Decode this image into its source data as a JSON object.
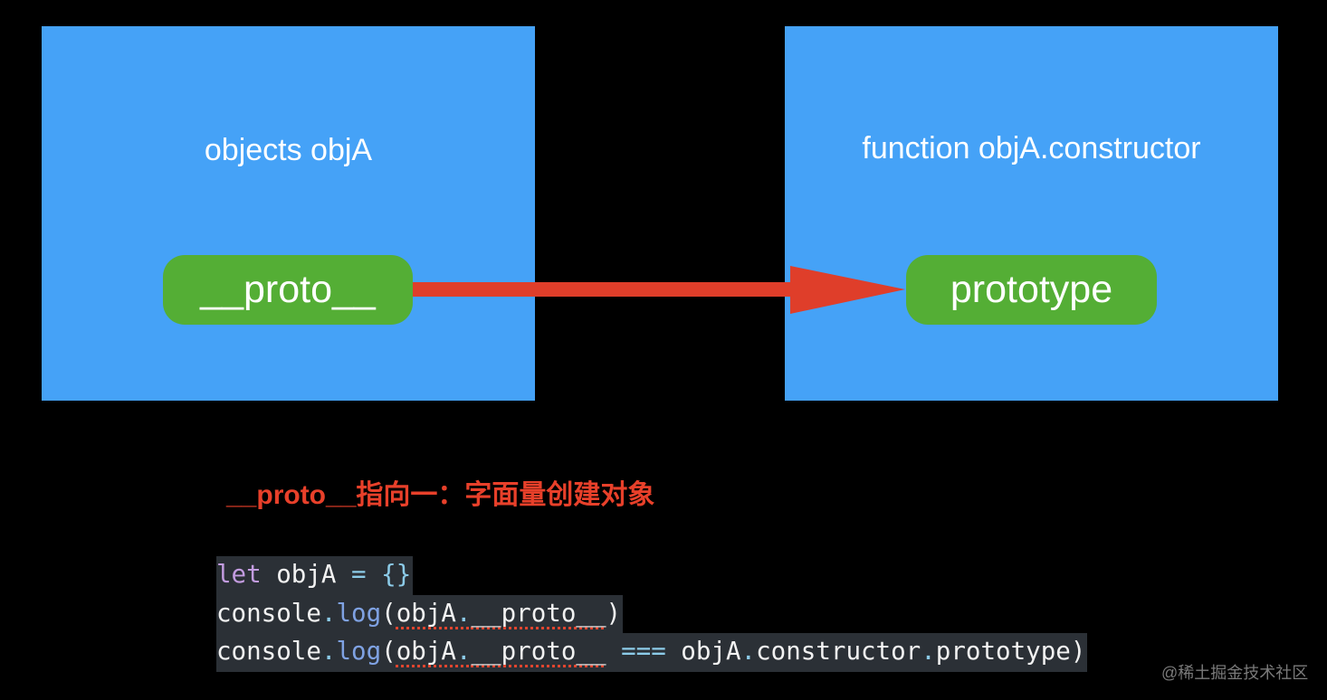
{
  "diagram": {
    "left_box": {
      "title": "objects objA",
      "pill_label": "__proto__"
    },
    "right_box": {
      "title": "function objA.constructor",
      "pill_label": "prototype"
    },
    "arrow": {
      "from": "__proto__",
      "to": "prototype"
    },
    "colors": {
      "box": "#45a2f7",
      "pill": "#54ae35",
      "arrow": "#df3e2a",
      "caption": "#e8402a",
      "code_bg": "#2b3036"
    }
  },
  "caption": "__proto__指向一：字面量创建对象",
  "code": {
    "line1": {
      "keyword": "let",
      "ident": " objA ",
      "op": "=",
      "space": " ",
      "braces": "{}"
    },
    "line2": {
      "obj": "console",
      "dot": ".",
      "method": "log",
      "open": "(",
      "arg_obj": "objA",
      "arg_dot": ".",
      "arg_prop": "__proto__",
      "close": ")"
    },
    "line3": {
      "obj": "console",
      "dot": ".",
      "method": "log",
      "open": "(",
      "arg_obj": "objA",
      "arg_dot": ".",
      "arg_prop": "__proto__",
      "sp": " ",
      "op": "===",
      "rhs1": " objA",
      "dot2": ".",
      "rhs2": "constructor",
      "dot3": ".",
      "rhs3": "prototype",
      "close": ")"
    }
  },
  "watermark": "@稀土掘金技术社区"
}
